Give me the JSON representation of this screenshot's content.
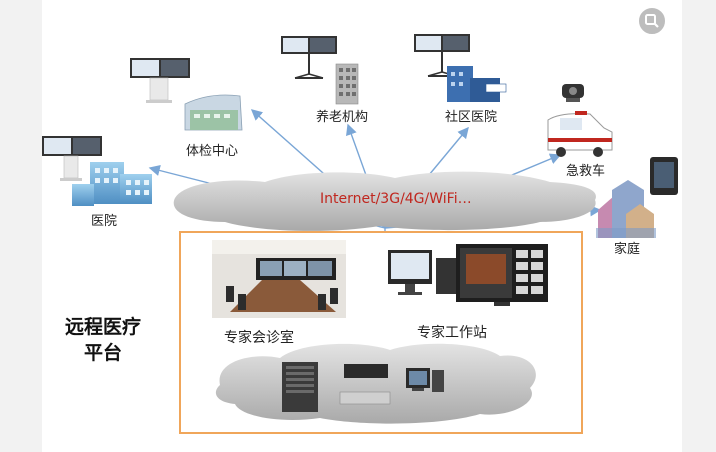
{
  "labels": {
    "hospital": "医院",
    "checkup_center": "体检中心",
    "elderly_care": "养老机构",
    "community_hospital": "社区医院",
    "ambulance": "急救车",
    "home": "家庭",
    "network": "Internet/3G/4G/WiFi…",
    "consult_room": "专家会诊室",
    "workstation": "专家工作站",
    "platform_line1": "远程医疗",
    "platform_line2": "平台"
  },
  "colors": {
    "arrow": "#7aa6d6",
    "platform_border": "#f0a65a",
    "network_text": "#c0271f",
    "cloud": "#c9c9c9"
  },
  "icons": {
    "search": "search-icon"
  }
}
